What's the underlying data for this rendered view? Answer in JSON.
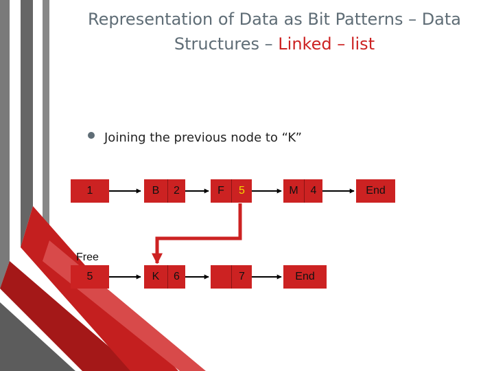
{
  "title": {
    "line1": "Representation of Data as Bit Patterns – Data",
    "line2_prefix": "Structures – ",
    "line2_accent": "Linked – list"
  },
  "bullet": "Joining the previous node to “K”",
  "free_label": "Free",
  "list_row": {
    "head": "1",
    "nodes": [
      {
        "data": "B",
        "next": "2"
      },
      {
        "data": "F",
        "next": "5"
      },
      {
        "data": "M",
        "next": "4"
      }
    ],
    "end": "End"
  },
  "free_row": {
    "head": "5",
    "nodes": [
      {
        "data": "K",
        "next": "6"
      },
      {
        "data": "",
        "next": "7"
      }
    ],
    "end": "End"
  },
  "colors": {
    "node_fill": "#cc2222",
    "highlight_text": "#f5d800",
    "highlight_arrow": "#cc2222",
    "connector": "#000000",
    "title_text": "#5f6d76",
    "title_accent": "#cc2222"
  }
}
